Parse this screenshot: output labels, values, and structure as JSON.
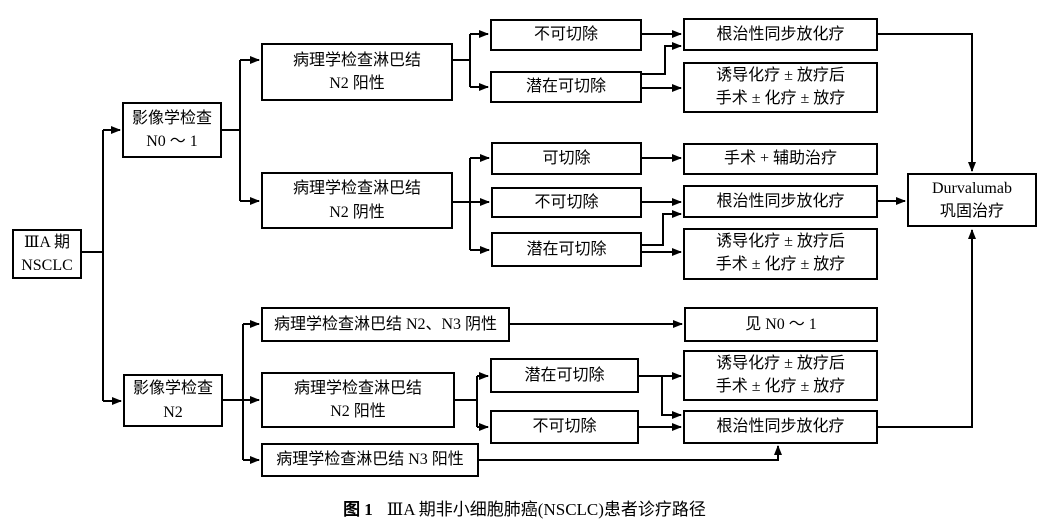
{
  "figure": {
    "caption_label": "图 1",
    "caption_text": "ⅢA 期非小细胞肺癌(NSCLC)患者诊疗路径"
  },
  "colors": {
    "line": "#000000",
    "box_border": "#000000",
    "background": "#ffffff",
    "text": "#000000"
  },
  "nodes": {
    "stage": {
      "line1": "ⅢA 期",
      "line2": "NSCLC"
    },
    "imaging_n01": {
      "line1": "影像学检查",
      "line2": "N0 ～ 1"
    },
    "imaging_n2": {
      "line1": "影像学检查",
      "line2": "N2"
    },
    "path_n2_pos_top": {
      "line1": "病理学检查淋巴结",
      "line2": "N2 阳性"
    },
    "path_n2_neg": {
      "line1": "病理学检查淋巴结",
      "line2": "N2 阴性"
    },
    "path_n2n3_neg": {
      "line1": "病理学检查淋巴结 N2、N3 阴性"
    },
    "path_n2_pos_bottom": {
      "line1": "病理学检查淋巴结",
      "line2": "N2 阳性"
    },
    "path_n3_pos": {
      "line1": "病理学检查淋巴结 N3 阳性"
    },
    "unresectable_top": {
      "line1": "不可切除"
    },
    "potentially_resectable_top": {
      "line1": "潜在可切除"
    },
    "resectable_mid": {
      "line1": "可切除"
    },
    "unresectable_mid": {
      "line1": "不可切除"
    },
    "potentially_resectable_mid": {
      "line1": "潜在可切除"
    },
    "potentially_resectable_bottom": {
      "line1": "潜在可切除"
    },
    "unresectable_bottom": {
      "line1": "不可切除"
    },
    "ccrt_top": {
      "line1": "根治性同步放化疗"
    },
    "induction_top": {
      "line1": "诱导化疗 ± 放疗后",
      "line2": "手术 ± 化疗 ± 放疗"
    },
    "surgery_adjuvant": {
      "line1": "手术 + 辅助治疗"
    },
    "ccrt_mid": {
      "line1": "根治性同步放化疗"
    },
    "induction_mid": {
      "line1": "诱导化疗 ± 放疗后",
      "line2": "手术 ± 化疗 ± 放疗"
    },
    "see_n01": {
      "line1": "见 N0 ～ 1"
    },
    "induction_bottom": {
      "line1": "诱导化疗 ± 放疗后",
      "line2": "手术 ± 化疗 ± 放疗"
    },
    "ccrt_bottom": {
      "line1": "根治性同步放化疗"
    },
    "durvalumab": {
      "line1": "Durvalumab",
      "line2": "巩固治疗"
    }
  }
}
